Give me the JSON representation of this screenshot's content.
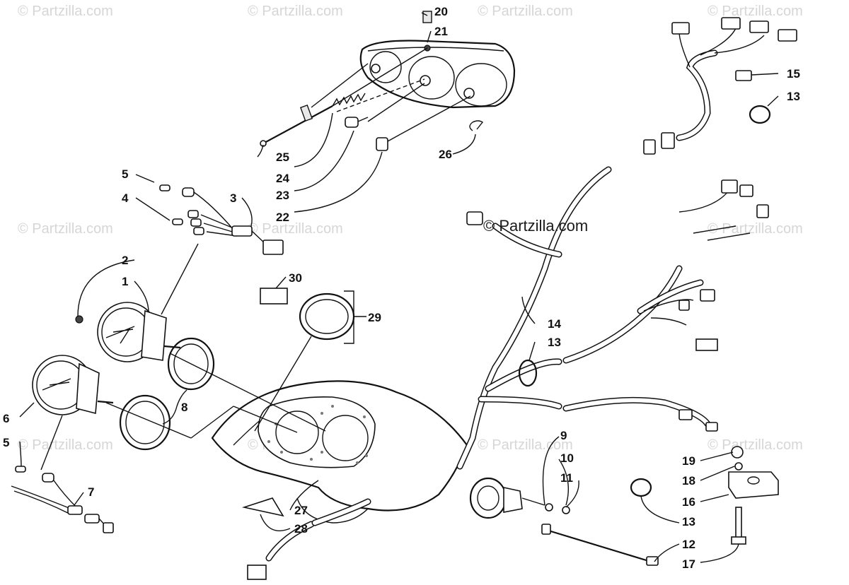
{
  "watermark": "© Partzilla.com",
  "center_watermark": "© Partzilla.com",
  "callouts": {
    "c1": "1",
    "c2": "2",
    "c3": "3",
    "c4": "4",
    "c5a": "5",
    "c5b": "5",
    "c6": "6",
    "c7": "7",
    "c8": "8",
    "c9": "9",
    "c10": "10",
    "c11": "11",
    "c12": "12",
    "c13a": "13",
    "c13b": "13",
    "c13c": "13",
    "c14": "14",
    "c15": "15",
    "c16": "16",
    "c17": "17",
    "c18": "18",
    "c19": "19",
    "c20": "20",
    "c21": "21",
    "c22": "22",
    "c23": "23",
    "c24": "24",
    "c25": "25",
    "c26": "26",
    "c27": "27",
    "c28": "28",
    "c29": "29",
    "c30": "30"
  }
}
